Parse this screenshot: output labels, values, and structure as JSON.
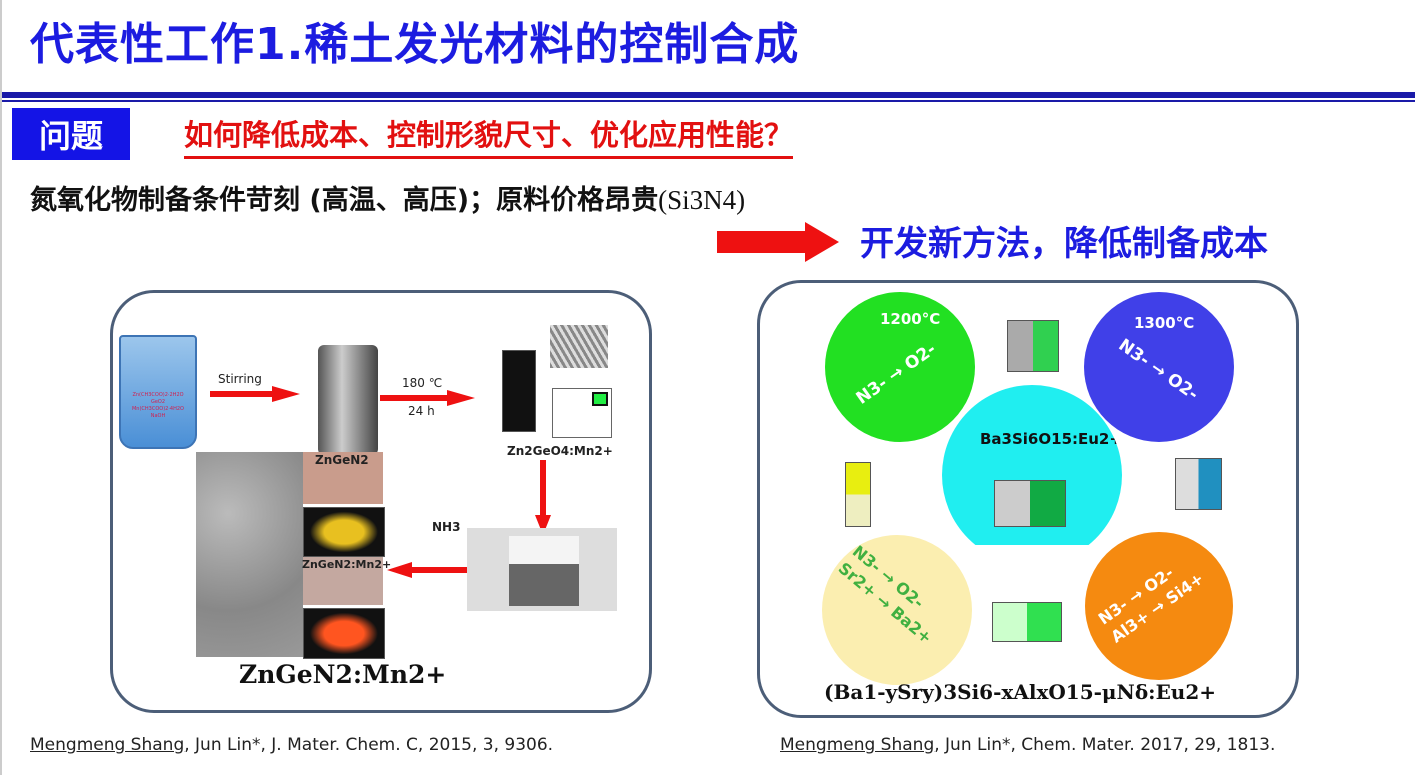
{
  "slide": {
    "title": "代表性工作1.稀土发光材料的控制合成",
    "question_tag": "问题",
    "question": "如何降低成本、控制形貌尺寸、优化应用性能？",
    "problem_text": "氮氧化物制备条件苛刻 (高温、高压)；原料价格昂贵",
    "problem_chem": "(Si3N4)",
    "solution": "开发新方法，降低制备成本",
    "colors": {
      "title_blue": "#1c1ce0",
      "question_red": "#e21010",
      "rule_blue": "#1a1aa8"
    }
  },
  "left_figure": {
    "stirring": "Stirring",
    "temperature": "180 ℃",
    "time": "24 h",
    "beaker_reagents": [
      "Zn(CH3COO)2·2H2O",
      "GeO2",
      "Mn(CH3COO)2·4H2O",
      "NaOH"
    ],
    "intermediate": "Zn2GeO4:Mn2+",
    "gas": "NH3",
    "sample1": "ZnGeN2",
    "sample2": "ZnGeN2:Mn2+",
    "formula": "ZnGeN2:Mn2+"
  },
  "right_figure": {
    "temp1": "1200°C",
    "temp2": "1300°C",
    "center_label": "Ba3Si6O15:Eu2+",
    "sub1": "N3- → O2-",
    "sub2": "N3- → O2-",
    "sub3a": "N3- → O2-",
    "sub3b": "Sr2+ → Ba2+",
    "sub4a": "N3- → O2-",
    "sub4b": "Al3+ → Si4+",
    "formula": "(Ba1-ySry)3Si6-xAlxO15-μNδ:Eu2+"
  },
  "citations": {
    "left_author": "Mengmeng Shang",
    "left_rest": ", Jun Lin*, J. Mater. Chem. C, 2015, 3, 9306.",
    "right_author": "Mengmeng Shang",
    "right_rest": ", Jun Lin*, Chem. Mater. 2017, 29, 1813."
  }
}
